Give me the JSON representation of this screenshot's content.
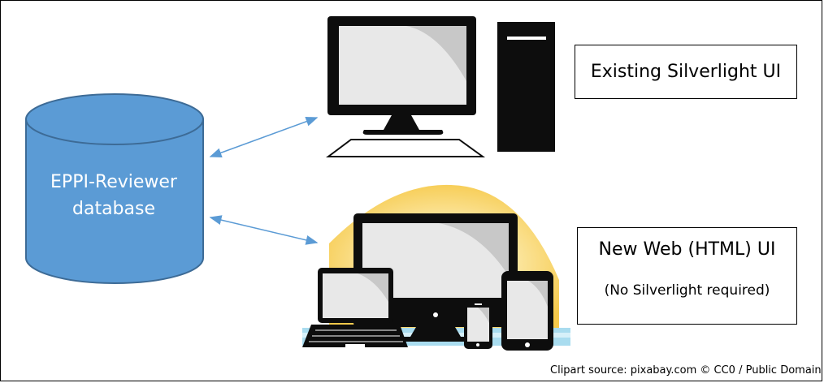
{
  "database": {
    "line1": "EPPI-Reviewer",
    "line2": "database"
  },
  "existing_ui": {
    "label": "Existing Silverlight UI"
  },
  "new_ui": {
    "title": "New Web (HTML) UI",
    "subtitle": "(No Silverlight required)"
  },
  "credit": "Clipart source: pixabay.com © CC0 / Public Domain",
  "colors": {
    "database_fill": "#5b9bd5",
    "database_stroke": "#3d6b96",
    "arrow": "#5b9bd5",
    "sun_glow": "#f8d36b",
    "desk_water": "#a9dcef",
    "device_dark": "#0d0d0d",
    "screen_light": "#e8e8e8"
  }
}
